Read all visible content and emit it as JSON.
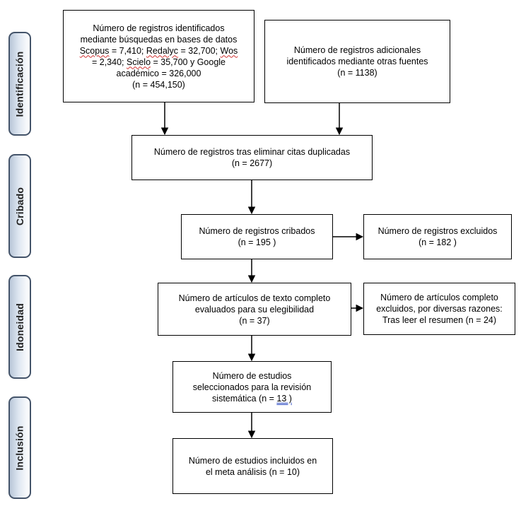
{
  "stages": {
    "identificacion": "Identificación",
    "cribado": "Cribado",
    "idoneidad": "Idoneidad",
    "inclusion": "Inclusión"
  },
  "boxes": {
    "identified": {
      "line1": "Número de registros identificados",
      "line2": "mediante búsquedas en bases de datos",
      "scopus": "Scopus",
      "line3_mid": " = 7,410; ",
      "redalyc": "Redalyc",
      "line3_mid2": " = 32,700; ",
      "wos": "Wos",
      "line4": "= 2,340;  ",
      "scielo": "Scielo",
      "line4_end": " = 35,700 y Google",
      "line5": "académico = 326,000",
      "line6": "(n =  454,150)"
    },
    "additional": {
      "line1": "Número de registros adicionales",
      "line2": "identificados mediante otras fuentes",
      "line3": "(n = 1138)"
    },
    "deduplicated": {
      "line1": "Número de registros tras eliminar citas duplicadas",
      "line2": "(n = 2677)"
    },
    "screened": {
      "line1": "Número de registros cribados",
      "line2": "(n = 195 )"
    },
    "excluded": {
      "line1": "Número de registros excluidos",
      "line2": "(n = 182 )"
    },
    "fulltext": {
      "line1": "Número de artículos de texto completo",
      "line2": "evaluados para su elegibilidad",
      "line3": "(n =  37)"
    },
    "fulltext_excluded": {
      "line1": "Número de artículos completo",
      "line2": "excluidos, por diversas razones:",
      "line3": "Tras leer el resumen (n = 24)"
    },
    "selected": {
      "line1": "Número de estudios",
      "line2": "seleccionados para la revisión",
      "line3_pre": "sistemática (n = ",
      "line3_num": "13 )"
    },
    "included": {
      "line1": "Número de estudios incluidos en",
      "line2": "el meta análisis (n = 10)"
    }
  }
}
